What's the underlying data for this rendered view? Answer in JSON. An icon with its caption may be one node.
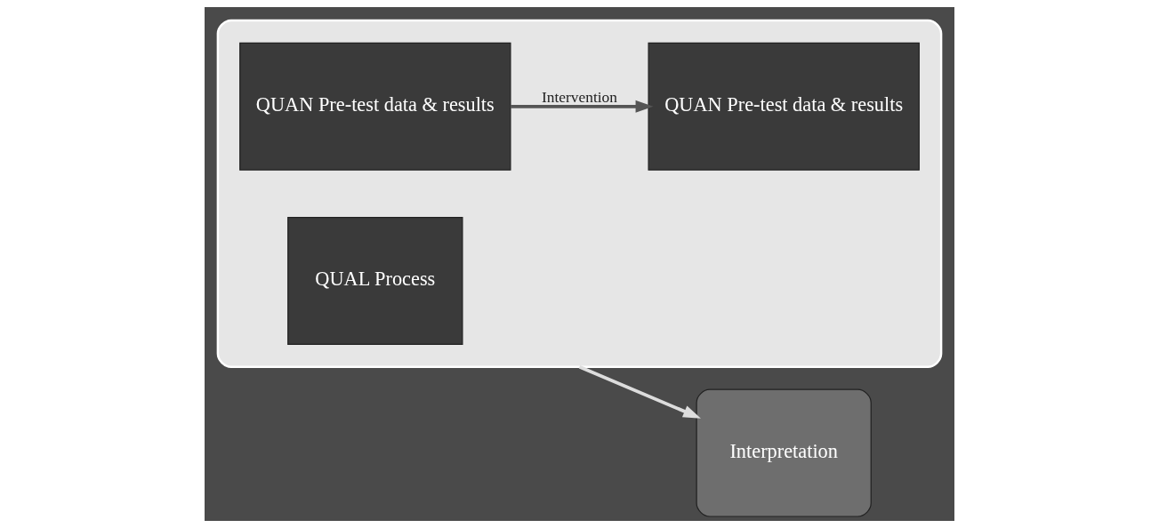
{
  "diagram": {
    "nodes": [
      {
        "text": [],
        "shape": "box"
      },
      {
        "text": [
          "QUAN Pre-test data & results"
        ],
        "in": 0
      },
      {
        "text": [
          "QUAN Pre-test data & results"
        ],
        "in": 0
      },
      {
        "text": [
          "QUAL Process"
        ],
        "in": 0
      },
      {
        "text": [
          "Interpretation"
        ]
      }
    ],
    "edges": [
      {
        "from": 1,
        "to": 2,
        "arrow": "to",
        "label": "Intervention",
        "color": "#555555"
      },
      {
        "from": 0,
        "to": 4,
        "arrow": "to",
        "color": "#dddddd"
      }
    ]
  }
}
